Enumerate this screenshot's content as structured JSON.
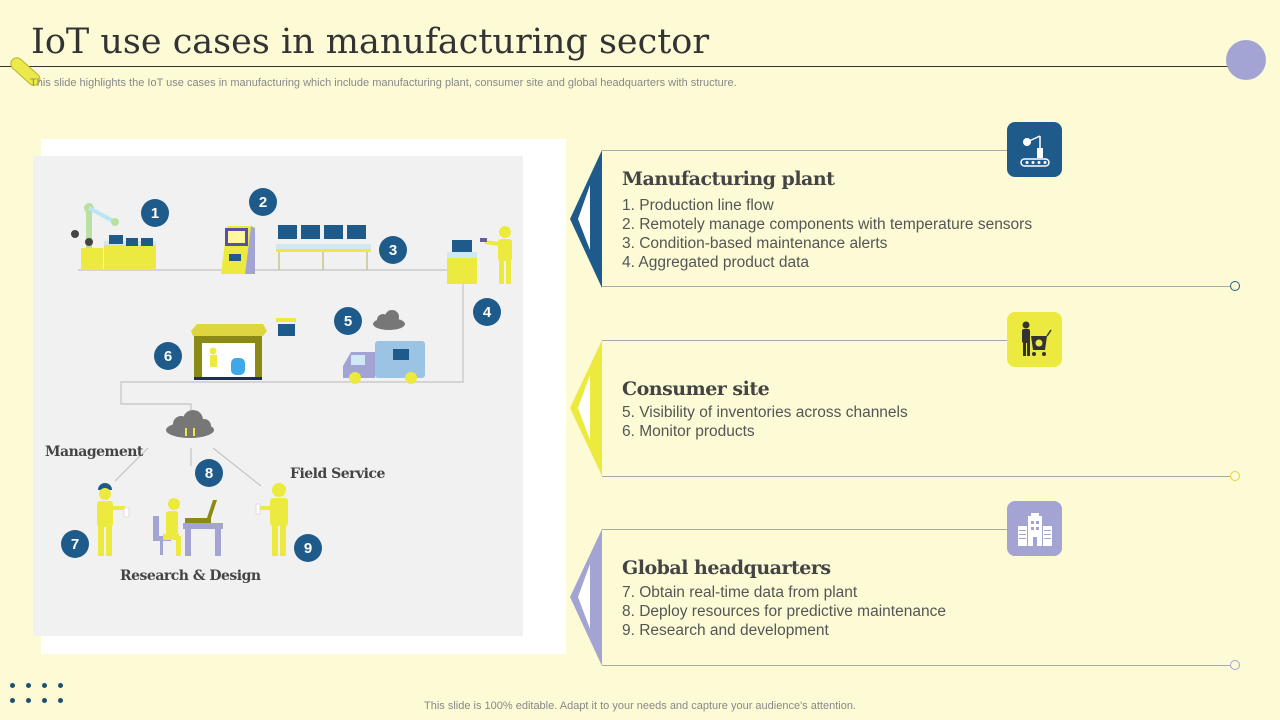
{
  "header": {
    "title": "IoT use cases in manufacturing sector",
    "subtitle": "This slide highlights the IoT use cases in manufacturing which include manufacturing plant, consumer site and global headquarters with structure."
  },
  "colors": {
    "background": "#fcfbd6",
    "navy": "#1f5b8a",
    "yellow": "#ecea3e",
    "lavender": "#a4a4d4",
    "panel_gray": "#f1f1f1"
  },
  "diagram": {
    "badges": [
      "1",
      "2",
      "3",
      "4",
      "5",
      "6",
      "7",
      "8",
      "9"
    ],
    "labels": {
      "management": "Management",
      "field_service": "Field Service",
      "research_design": "Research & Design"
    }
  },
  "sections": [
    {
      "title": "Manufacturing plant",
      "icon": "factory-robot-arm-icon",
      "color": "#1f5b8a",
      "items": [
        "1. Production line flow",
        "2. Remotely  manage  components  with  temperature  sensors",
        "3. Condition-based maintenance  alerts",
        "4. Aggregated product data"
      ]
    },
    {
      "title": "Consumer site",
      "icon": "shopping-cart-person-icon",
      "color": "#ecea3e",
      "items": [
        "5. Visibility of inventories  across channels",
        "6. Monitor products"
      ]
    },
    {
      "title": "Global headquarters",
      "icon": "office-building-icon",
      "color": "#a4a4d4",
      "items": [
        "7. Obtain real-time data from plant",
        "8. Deploy resources for predictive maintenance",
        "9. Research and development"
      ]
    }
  ],
  "footer": {
    "text": "This slide is 100% editable. Adapt it to your needs and capture your audience's attention."
  }
}
